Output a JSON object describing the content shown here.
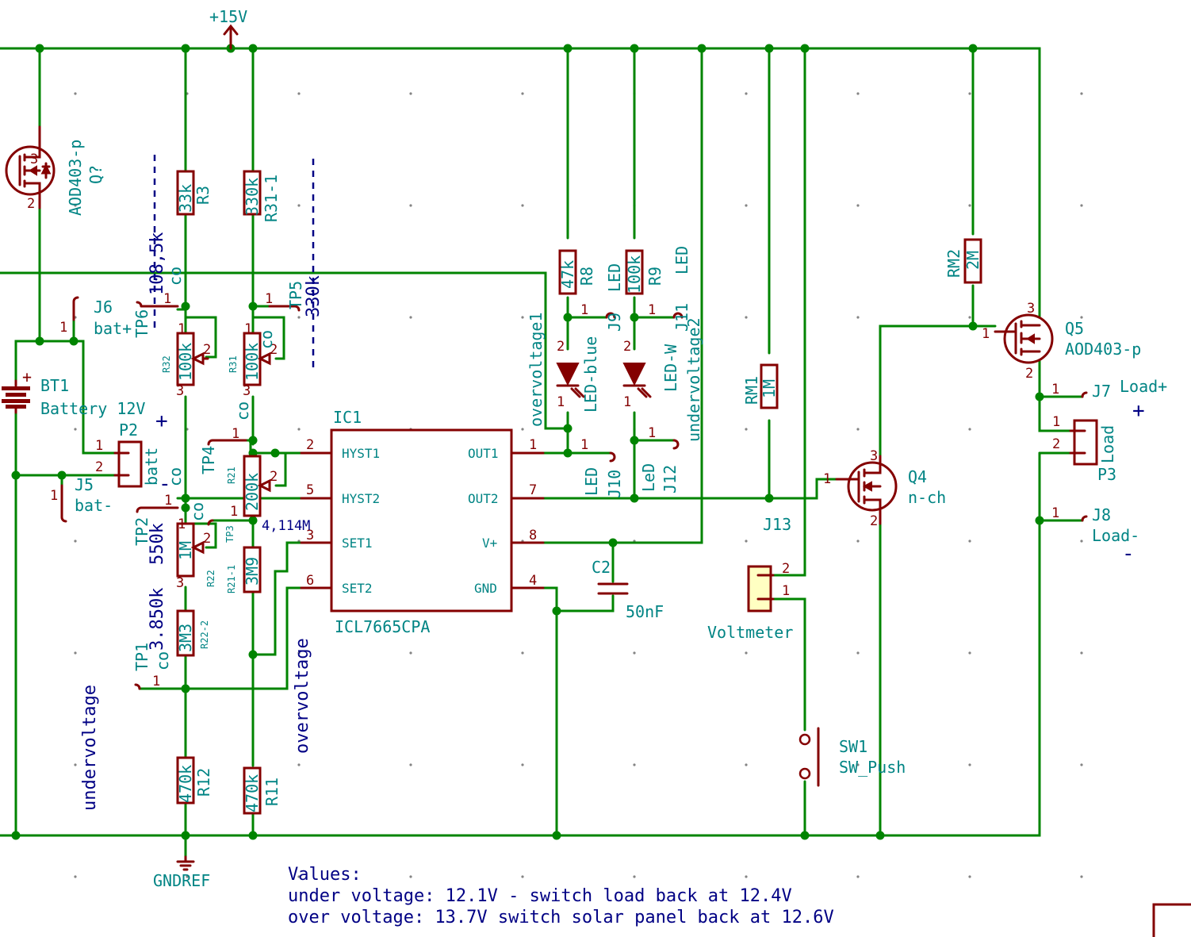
{
  "title": "",
  "power": {
    "vplus": "+15V",
    "gnd": "GNDREF"
  },
  "ic1": {
    "ref": "IC1",
    "part": "ICL7665CPA",
    "pins_left": [
      {
        "num": "2",
        "name": "HYST1"
      },
      {
        "num": "5",
        "name": "HYST2"
      },
      {
        "num": "3",
        "name": "SET1"
      },
      {
        "num": "6",
        "name": "SET2"
      }
    ],
    "pins_right": [
      {
        "num": "1",
        "name": "OUT1"
      },
      {
        "num": "7",
        "name": "OUT2"
      },
      {
        "num": "8",
        "name": "V+"
      },
      {
        "num": "4",
        "name": "GND"
      }
    ]
  },
  "resistors": [
    {
      "ref": "R3",
      "value": "33k"
    },
    {
      "ref": "R31-1",
      "value": "330k"
    },
    {
      "ref": "R8",
      "value": "47k"
    },
    {
      "ref": "R9",
      "value": "100k"
    },
    {
      "ref": "RM2",
      "value": "2M"
    },
    {
      "ref": "RM1",
      "value": "1M"
    },
    {
      "ref": "R12",
      "value": "470k"
    },
    {
      "ref": "R11",
      "value": "470k"
    },
    {
      "ref": "R22-2",
      "value": "3M3"
    },
    {
      "ref": "R21-1",
      "value": "3M9"
    }
  ],
  "pots": [
    {
      "ref": "R32",
      "value": "100k"
    },
    {
      "ref": "R31",
      "value": "100k"
    },
    {
      "ref": "R21",
      "value": "200k"
    },
    {
      "ref": "R22",
      "value": "1M"
    }
  ],
  "transistors": [
    {
      "ref": "Q?",
      "value": "AOD403-p"
    },
    {
      "ref": "Q5",
      "value": "AOD403-p"
    },
    {
      "ref": "Q4",
      "value": "n-ch"
    }
  ],
  "battery": {
    "ref": "BT1",
    "value": "Battery 12V"
  },
  "capacitor": {
    "ref": "C2",
    "value": "50nF"
  },
  "leds": [
    {
      "ref": "LED-blue"
    },
    {
      "ref": "LED-W"
    }
  ],
  "switch": {
    "ref": "SW1",
    "value": "SW_Push"
  },
  "voltmeter": {
    "label": "Voltmeter"
  },
  "connectors": {
    "J6": "J6",
    "J6v": "bat+",
    "J5": "J5",
    "J5v": "bat-",
    "P2": "P2",
    "P2v": "batt",
    "J7": "J7",
    "J7v": "Load+",
    "J8": "J8",
    "J8v": "Load-",
    "P3": "P3",
    "P3v": "Load",
    "J9": "J9",
    "J9v": "LED",
    "J11": "J11",
    "J11v": "LED",
    "J10": "J10",
    "J10v": "LED",
    "J12": "J12",
    "J12v": "LeD",
    "J13": "J13"
  },
  "testpoints": {
    "TP1": "TP1",
    "TP2": "TP2",
    "TP3": "TP3",
    "TP4": "TP4",
    "TP5": "TP5",
    "TP6": "TP6",
    "co": "co"
  },
  "nets": {
    "overvoltage": "overvoltage",
    "undervoltage": "undervoltage",
    "overvoltage1": "overvoltage1",
    "undervoltage2": "undervoltage2"
  },
  "dims": {
    "d1": "108,5k",
    "d2": "330k",
    "d3": "550k",
    "d4": "3.850k",
    "d5": "4,114M"
  },
  "notes": [
    "Values:",
    "under voltage:  12.1V - switch load back at 12.4V",
    "over voltage: 13.7V switch solar panel back at 12.6V"
  ],
  "symbols": {
    "plus": "+",
    "minus": "-",
    "one": "1",
    "two": "2",
    "three": "3"
  }
}
